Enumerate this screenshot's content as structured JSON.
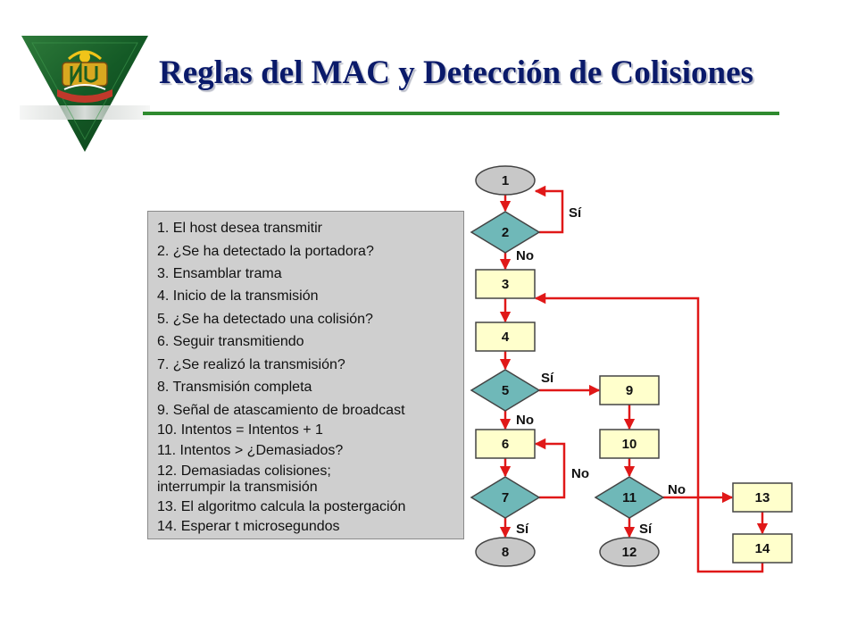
{
  "slide": {
    "title": "Reglas del MAC y Detección de Colisiones"
  },
  "colors": {
    "title": "#0a1a6a",
    "rule": "#2f8b2f",
    "arrow": "#e01818",
    "process_fill": "#ffffcc",
    "decision_fill": "#6fb8b8",
    "terminal_fill": "#c8c8c8",
    "legend_bg": "#cfcfcf"
  },
  "legend": {
    "items": [
      {
        "text": "1. El host desea transmitir"
      },
      {
        "text": "2. ¿Se ha detectado la portadora?"
      },
      {
        "text": "3. Ensamblar trama"
      },
      {
        "text": "4. Inicio de la transmisión"
      },
      {
        "text": "5. ¿Se ha detectado una colisión?"
      },
      {
        "text": "6. Seguir transmitiendo"
      },
      {
        "text": "7. ¿Se realizó la transmisión?"
      },
      {
        "text": "8. Transmisión completa"
      },
      {
        "text": "9. Señal de atascamiento de broadcast"
      },
      {
        "text": "10. Intentos = Intentos + 1"
      },
      {
        "text": "11. Intentos > ¿Demasiados?"
      },
      {
        "text": "12. Demasiadas colisiones;"
      },
      {
        "text": "interrumpir la transmisión"
      },
      {
        "text": "13. El algoritmo calcula la postergación"
      },
      {
        "text": "14. Esperar t microsegundos"
      }
    ]
  },
  "flowchart": {
    "nodes": [
      {
        "label": "1",
        "shape": "terminal"
      },
      {
        "label": "2",
        "shape": "decision"
      },
      {
        "label": "3",
        "shape": "process"
      },
      {
        "label": "4",
        "shape": "process"
      },
      {
        "label": "5",
        "shape": "decision"
      },
      {
        "label": "6",
        "shape": "process"
      },
      {
        "label": "7",
        "shape": "decision"
      },
      {
        "label": "8",
        "shape": "terminal"
      },
      {
        "label": "9",
        "shape": "process"
      },
      {
        "label": "10",
        "shape": "process"
      },
      {
        "label": "11",
        "shape": "decision"
      },
      {
        "label": "12",
        "shape": "terminal"
      },
      {
        "label": "13",
        "shape": "process"
      },
      {
        "label": "14",
        "shape": "process"
      }
    ],
    "edges": [
      {
        "from": "1",
        "to": "2",
        "label": ""
      },
      {
        "from": "2",
        "to": "2",
        "label": "Sí"
      },
      {
        "from": "2",
        "to": "3",
        "label": "No"
      },
      {
        "from": "3",
        "to": "4",
        "label": ""
      },
      {
        "from": "4",
        "to": "5",
        "label": ""
      },
      {
        "from": "5",
        "to": "9",
        "label": "Sí"
      },
      {
        "from": "5",
        "to": "6",
        "label": "No"
      },
      {
        "from": "6",
        "to": "7",
        "label": ""
      },
      {
        "from": "7",
        "to": "6",
        "label": "No"
      },
      {
        "from": "7",
        "to": "8",
        "label": "Sí"
      },
      {
        "from": "9",
        "to": "10",
        "label": ""
      },
      {
        "from": "10",
        "to": "11",
        "label": ""
      },
      {
        "from": "11",
        "to": "13",
        "label": "No"
      },
      {
        "from": "11",
        "to": "12",
        "label": "Sí"
      },
      {
        "from": "13",
        "to": "14",
        "label": ""
      },
      {
        "from": "14",
        "to": "3",
        "label": ""
      }
    ]
  }
}
